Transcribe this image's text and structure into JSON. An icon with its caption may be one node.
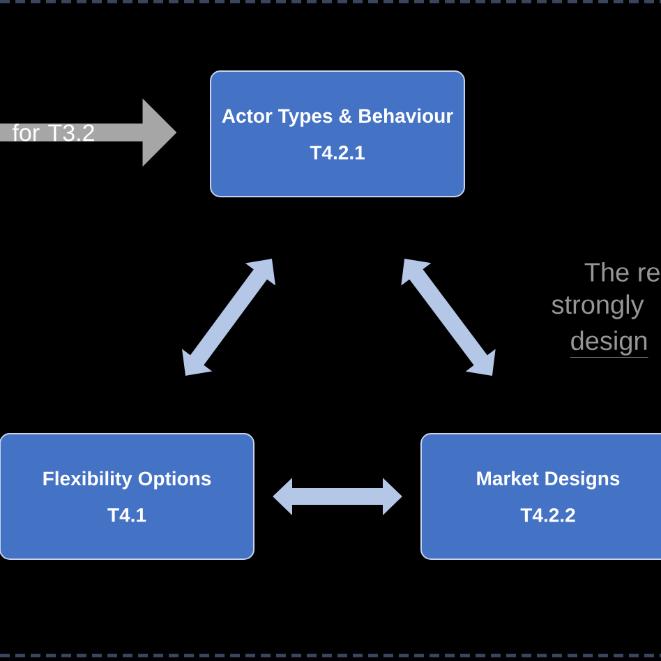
{
  "diagram": {
    "nodes": [
      {
        "text": [
          "for T3.2"
        ]
      },
      {
        "text": [
          "Actor Types & Behaviour",
          "T4.2.1"
        ]
      },
      {
        "text": [
          "Flexibility Options",
          "T4.1"
        ]
      },
      {
        "text": [
          "Market Designs",
          "T4.2.2"
        ]
      }
    ],
    "edges": [
      {
        "from": 1,
        "to": 2,
        "arrow": "both"
      },
      {
        "from": 1,
        "to": 3,
        "arrow": "both"
      },
      {
        "from": 2,
        "to": 3,
        "arrow": "both"
      }
    ],
    "labels": [
      "The re",
      "strongly",
      "design"
    ]
  }
}
